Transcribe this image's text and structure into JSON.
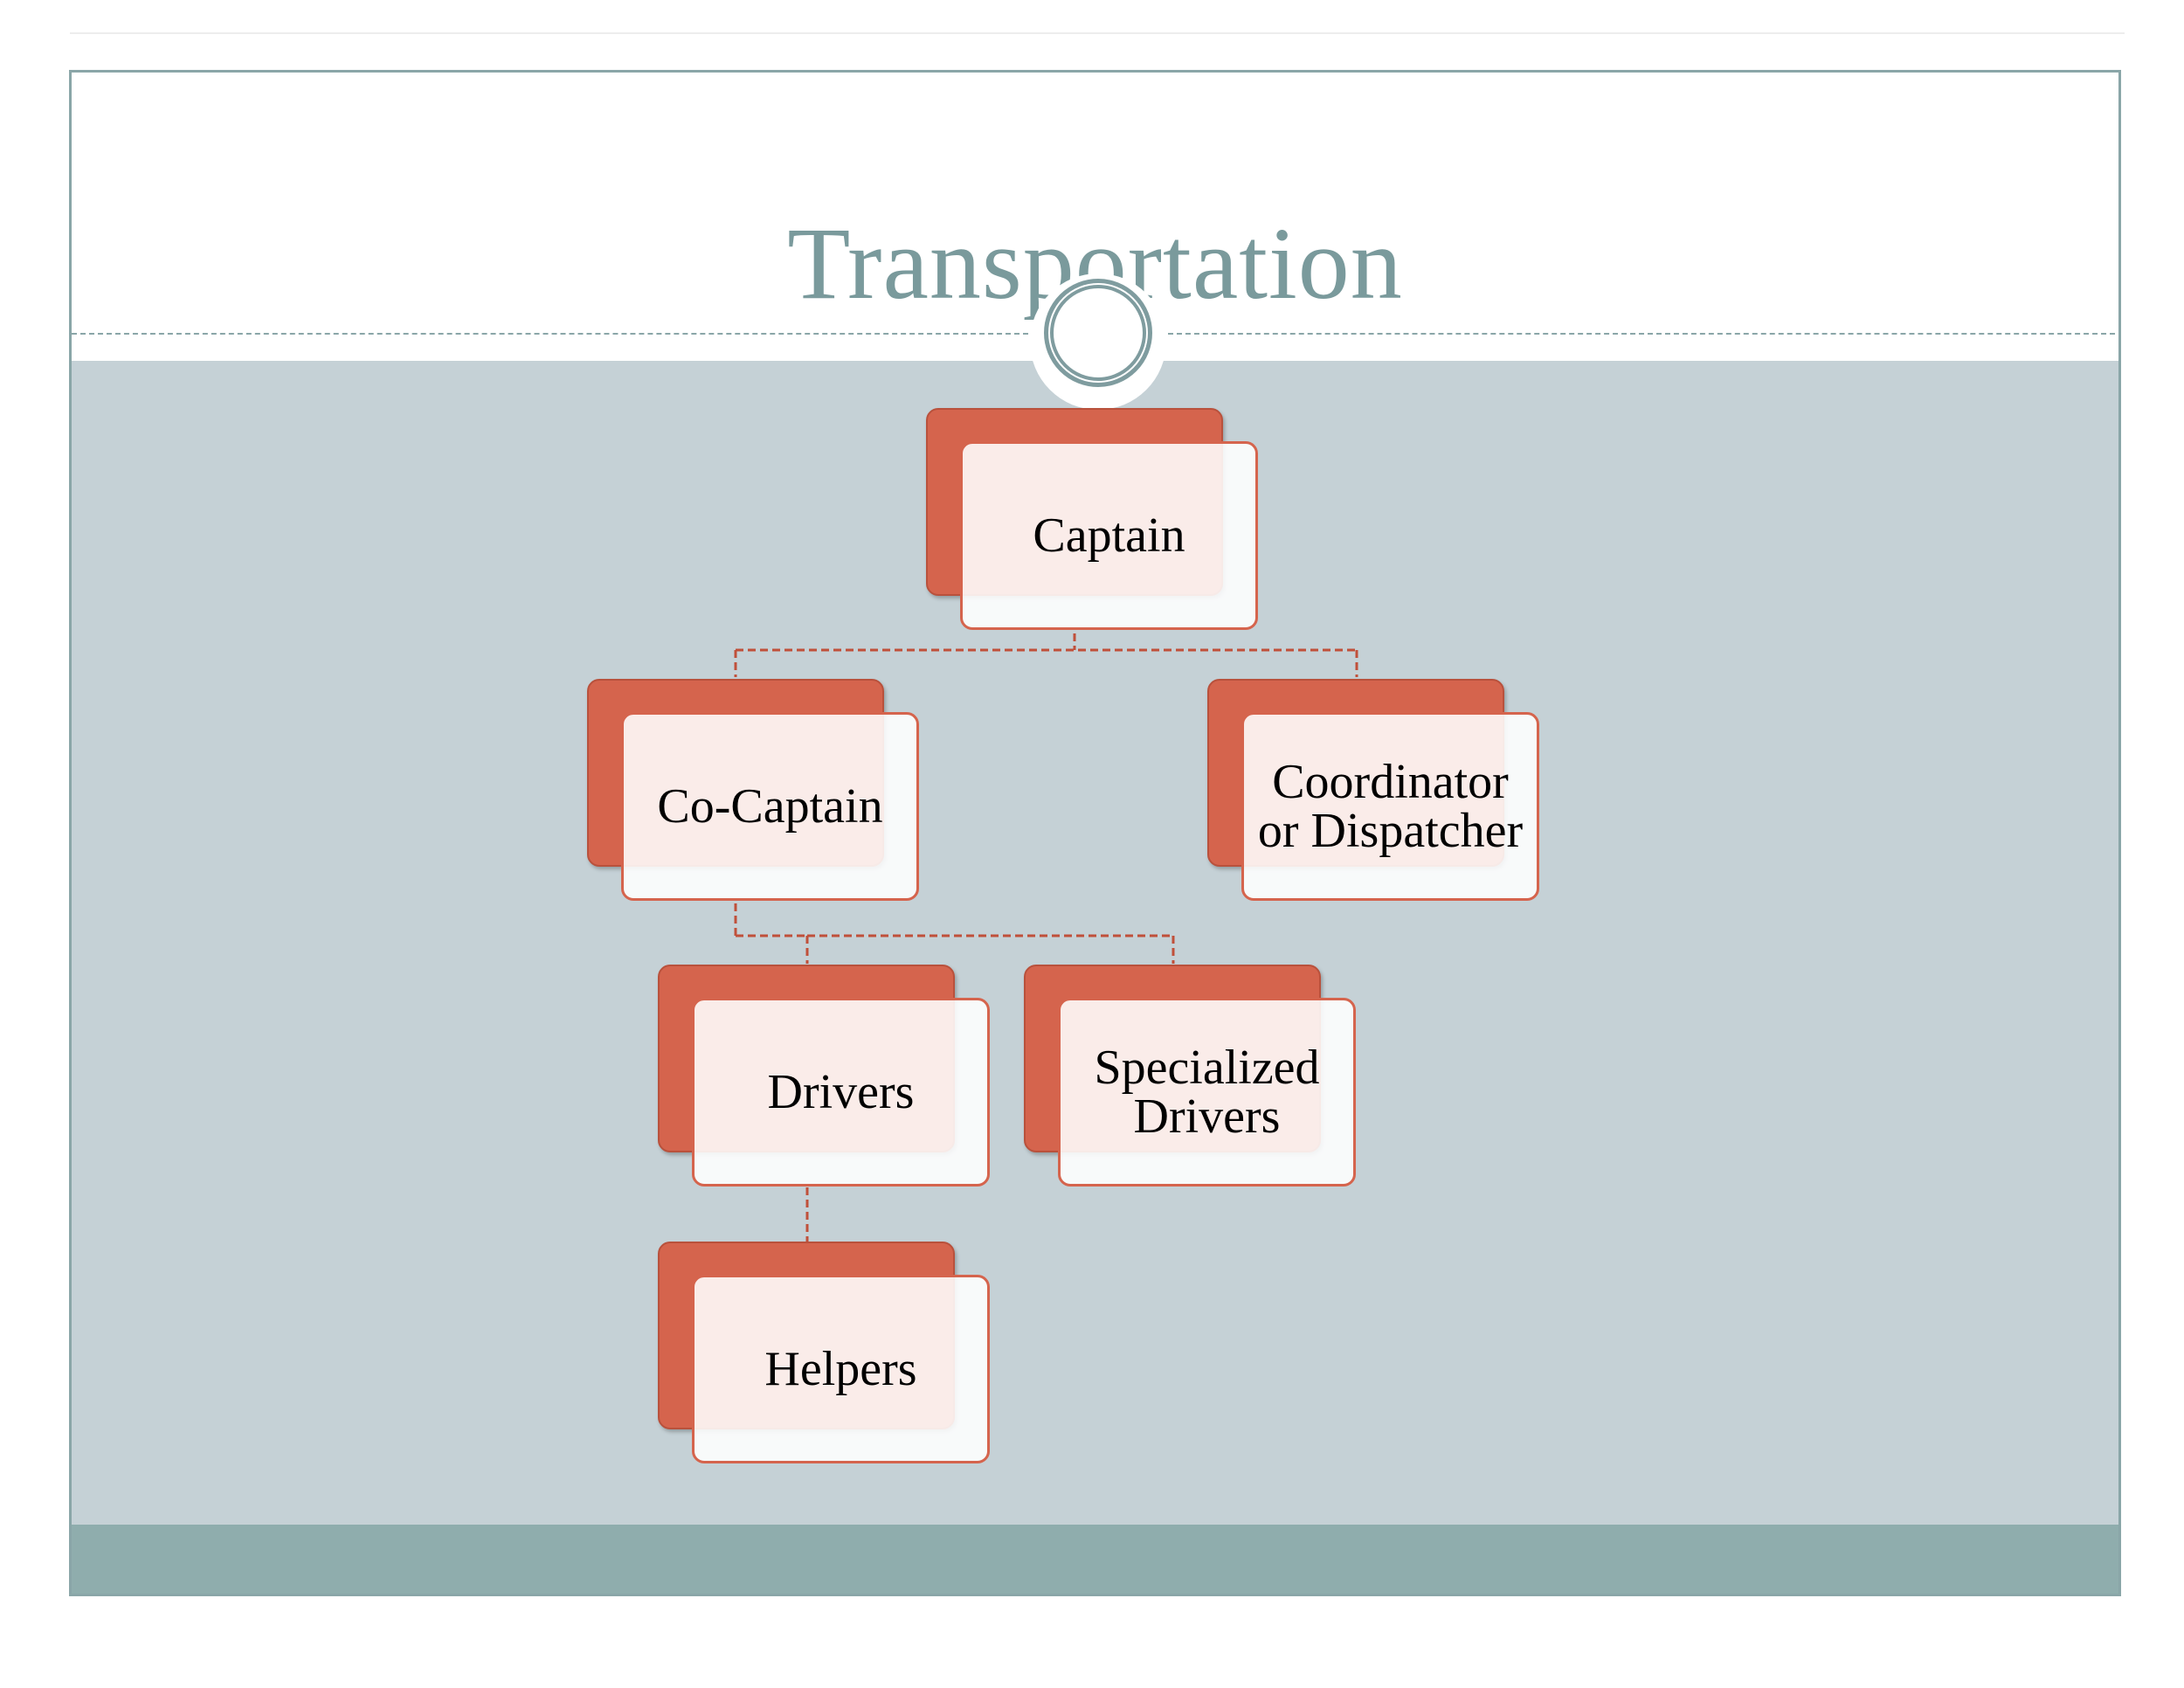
{
  "slide": {
    "title": "Transportation"
  },
  "org_chart": {
    "nodes": [
      {
        "id": "captain",
        "label": "Captain"
      },
      {
        "id": "co-captain",
        "label": "Co-Captain",
        "parent": "captain"
      },
      {
        "id": "coordinator",
        "label": "Coordinator or Dispatcher",
        "parent": "captain"
      },
      {
        "id": "drivers",
        "label": "Drivers",
        "parent": "co-captain"
      },
      {
        "id": "specialized-drivers",
        "label": "Specialized Drivers",
        "parent": "co-captain"
      },
      {
        "id": "helpers",
        "label": "Helpers",
        "parent": "drivers"
      }
    ]
  },
  "colors": {
    "title": "#7a9a9c",
    "content_background": "#c5d1d6",
    "footer_band": "#8fadad",
    "node_accent": "#d5644d",
    "connector": "#c0503a"
  }
}
